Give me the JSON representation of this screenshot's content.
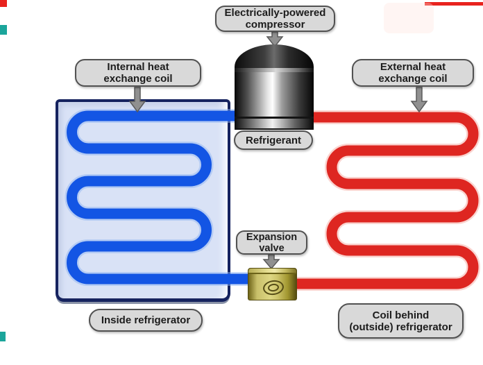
{
  "palette": {
    "cold_pipe": "#1355e4",
    "cold_pipe_halo": "#8fb3f2",
    "hot_pipe": "#de2621",
    "hot_pipe_halo": "#f5a9a2",
    "refrigerator_fill": "#d9e2f6",
    "refrigerator_border": "#16235f",
    "label_fill": "#d9d9d9",
    "label_border": "#515151",
    "label_text": "#1c1c1c",
    "arrow_fill": "#909090",
    "arrow_outline": "#5a5a5a",
    "valve_gold": "#cfc66c",
    "compressor_metal": "#9c9c9c",
    "artifact_red": "#e8231e",
    "artifact_teal": "#1ba59b"
  },
  "callouts": {
    "compressor": {
      "line1": "Electrically-powered",
      "line2": "compressor"
    },
    "internal_coil": {
      "line1": "Internal heat",
      "line2": "exchange coil"
    },
    "external_coil": {
      "line1": "External heat",
      "line2": "exchange coil"
    },
    "refrigerant": {
      "text": "Refrigerant"
    },
    "expansion_valve": {
      "line1": "Expansion",
      "line2": "valve"
    },
    "inside_refrigerator": {
      "text": "Inside refrigerator"
    },
    "coil_behind": {
      "line1": "Coil behind",
      "line2": "(outside) refrigerator"
    }
  }
}
